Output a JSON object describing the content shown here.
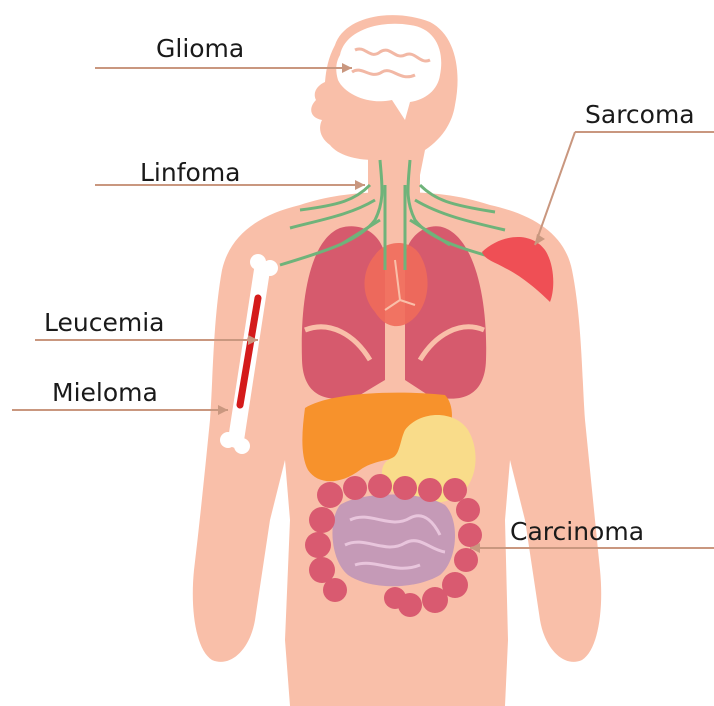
{
  "labels": {
    "glioma": "Glioma",
    "linfoma": "Linfoma",
    "sarcoma": "Sarcoma",
    "leucemia": "Leucemia",
    "mieloma": "Mieloma",
    "carcinoma": "Carcinoma"
  },
  "colors": {
    "skin": "#f9bfa9",
    "skin_shadow": "#f2a994",
    "lung": "#d65a6d",
    "heart": "#f06a5a",
    "liver": "#f7922c",
    "stomach": "#f9dc8a",
    "small_intestine": "#c59ab7",
    "large_intestine": "#d95a70",
    "brain": "#ffffff",
    "lymph": "#6fb37a",
    "sarcoma_tumor": "#ef4f55",
    "bone_marrow": "#d41b1b",
    "callout_line": "#c9977f"
  },
  "icons": [
    "human-body-figure",
    "brain-icon",
    "lungs-icon",
    "heart-icon",
    "liver-icon",
    "stomach-icon",
    "intestines-icon",
    "bone-icon",
    "lymph-network-icon"
  ]
}
